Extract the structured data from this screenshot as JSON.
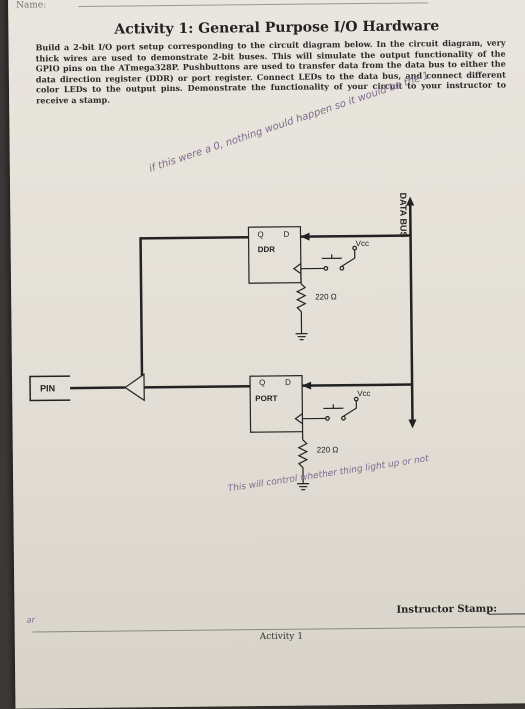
{
  "header": {
    "name_label": "Name:"
  },
  "title": "Activity 1: General Purpose I/O Hardware",
  "instructions": "Build a 2-bit I/O port setup corresponding to the circuit diagram below. In the circuit diagram, very thick wires are used to demonstrate 2-bit buses. This will simulate the output functionality of the GPIO pins on the ATmega328P. Pushbuttons are used to transfer data from the data bus to either the data direction register (DDR) or port register. Connect LEDs to the data bus, and connect different color LEDs to the output pins. Demonstrate the functionality of your circuit to your instructor to receive a stamp.",
  "notes": {
    "ddr_note": "if this were a 0, nothing would happen so it would be the 1",
    "port_note": "This will control whether thing light up or not",
    "corner_note": "ar"
  },
  "diagram": {
    "ddr_label": "DDR",
    "port_label": "PORT",
    "q_label": "Q",
    "d_label": "D",
    "vcc_label": "Vcc",
    "resistor_label": "220 Ω",
    "pin_label": "PIN",
    "bus_label": "DATA BUS"
  },
  "stamp_label": "Instructor Stamp:",
  "footer": "Activity 1"
}
